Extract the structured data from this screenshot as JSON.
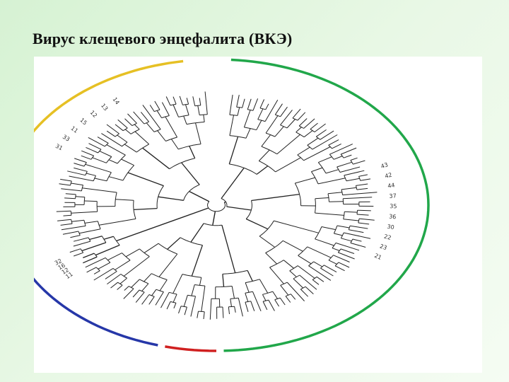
{
  "slide": {
    "title": "Вирус клещевого энцефалита (ВКЭ)"
  },
  "tree": {
    "clade_colors": {
      "yellow": "#E6C024",
      "green": "#21A74A",
      "blue": "#2637A8",
      "red": "#D02020",
      "branches": "#222222",
      "background": "#FFFFFF"
    },
    "visible_tip_labels_right": [
      "43",
      "42",
      "44",
      "37",
      "35",
      "36",
      "30",
      "22",
      "23",
      "21"
    ],
    "visible_tip_labels_left": [
      "31",
      "33",
      "11",
      "15",
      "12",
      "13",
      "14"
    ],
    "visible_tip_labels_bottom": [
      "11",
      "12",
      "16",
      "32"
    ]
  }
}
